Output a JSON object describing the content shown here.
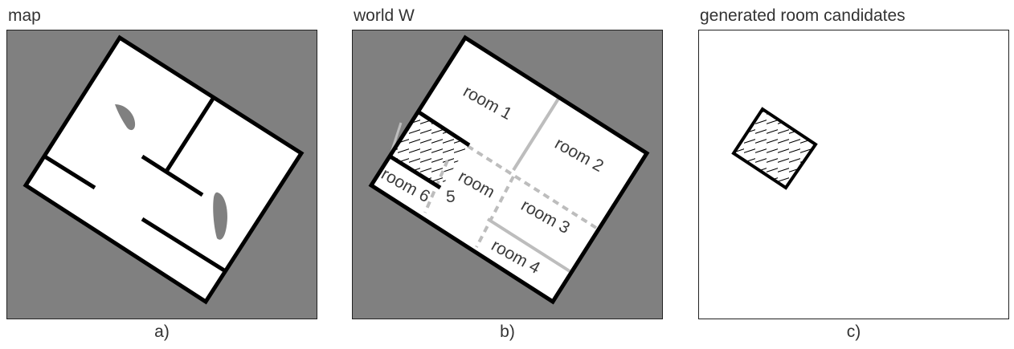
{
  "panels": [
    {
      "title": "map",
      "caption": "a)"
    },
    {
      "title": "world W",
      "caption": "b)"
    },
    {
      "title": "generated room candidates",
      "caption": "c)"
    }
  ],
  "rooms": {
    "room1": "room 1",
    "room2": "room 2",
    "room3": "room 3",
    "room4": "room 4",
    "room5_a": "room",
    "room5_b": "5",
    "room6": "room 6"
  },
  "colors": {
    "background_gray": "#808080",
    "wall": "#000000",
    "virtual_boundary": "#bdbdbd",
    "free_space": "#ffffff"
  }
}
